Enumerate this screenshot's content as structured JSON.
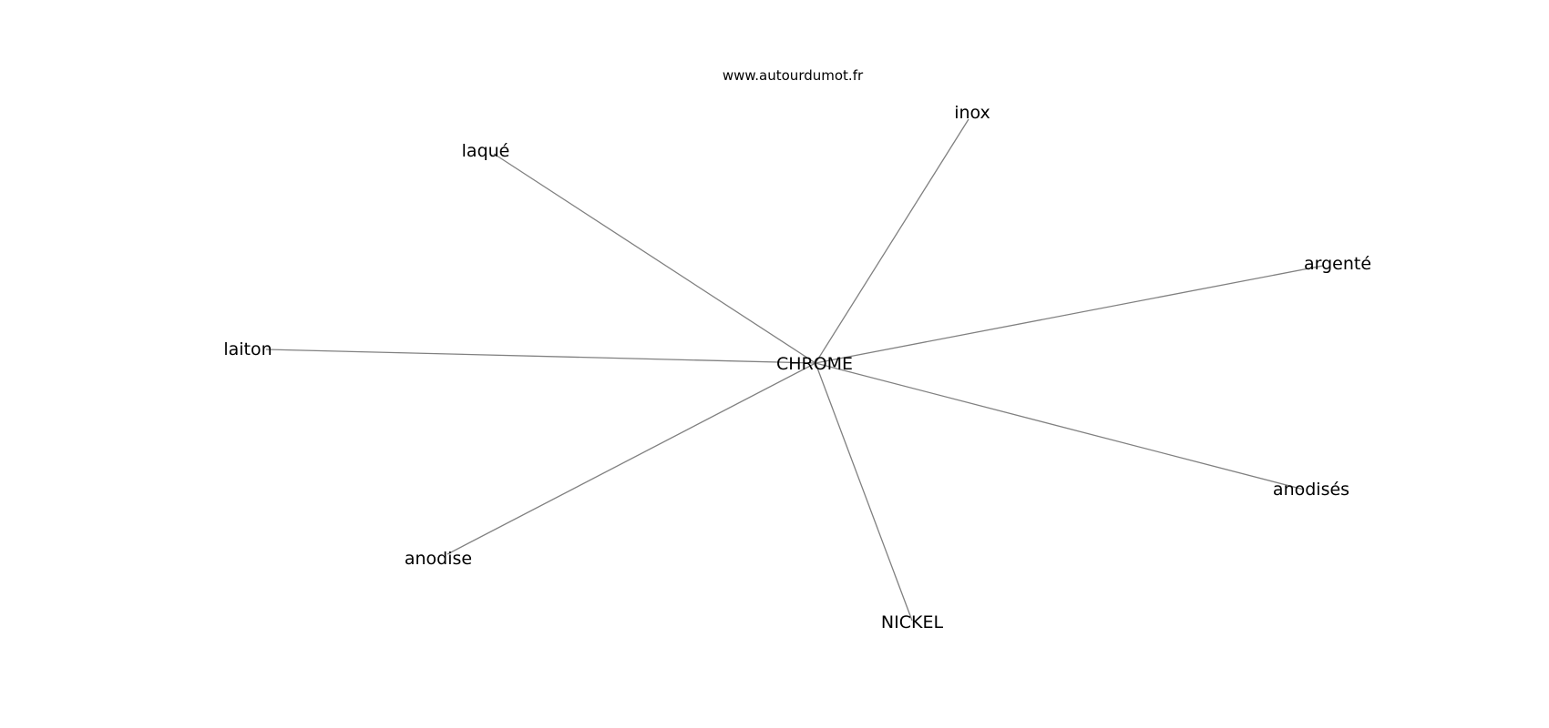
{
  "source": "www.autourdumot.fr",
  "center": {
    "id": "chrome",
    "label": "CHROME"
  },
  "nodes": [
    {
      "id": "inox",
      "label": "inox"
    },
    {
      "id": "laque",
      "label": "laqué"
    },
    {
      "id": "argente",
      "label": "argenté"
    },
    {
      "id": "laiton",
      "label": "laiton"
    },
    {
      "id": "anodises",
      "label": "anodisés"
    },
    {
      "id": "anodise",
      "label": "anodise"
    },
    {
      "id": "nickel",
      "label": "NICKEL"
    }
  ],
  "edges": [
    [
      "chrome",
      "inox"
    ],
    [
      "chrome",
      "laque"
    ],
    [
      "chrome",
      "argente"
    ],
    [
      "chrome",
      "laiton"
    ],
    [
      "chrome",
      "anodises"
    ],
    [
      "chrome",
      "anodise"
    ],
    [
      "chrome",
      "nickel"
    ]
  ],
  "colors": {
    "edge": "#808080",
    "text": "#000000",
    "background": "#ffffff"
  }
}
